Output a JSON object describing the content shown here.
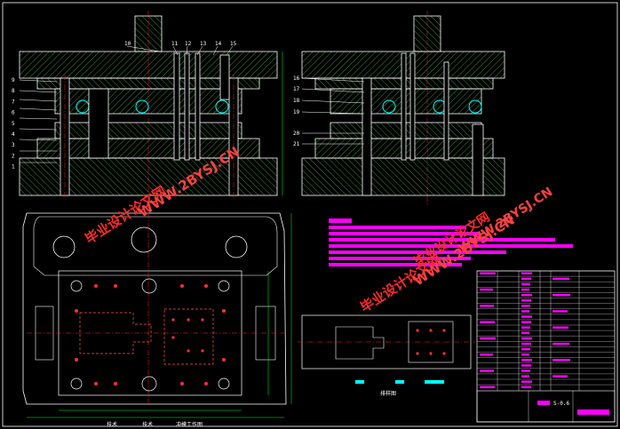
{
  "watermarks": [
    "毕业设计论文网",
    "WWW.2BYSJ.CN"
  ],
  "part_numbers_top": [
    "10",
    "11",
    "12",
    "13",
    "14",
    "15"
  ],
  "part_numbers_left": [
    "9",
    "8",
    "7",
    "6",
    "5",
    "4",
    "3",
    "2",
    "1"
  ],
  "part_numbers_right": [
    "16",
    "17",
    "18",
    "19",
    "20",
    "21"
  ],
  "strip_label": "排样图",
  "title_cell": "S-0.6",
  "bottom_labels": [
    "技术",
    "技术",
    "冲模工作图"
  ],
  "colors": {
    "background": "#000000",
    "hatch": "#4caf50",
    "outline": "#ffffff",
    "centerline": "#ff2020",
    "bolt": "#ff3030",
    "dim": "#00ff00",
    "highlight": "#ff00ff",
    "accent": "#00ffff"
  }
}
